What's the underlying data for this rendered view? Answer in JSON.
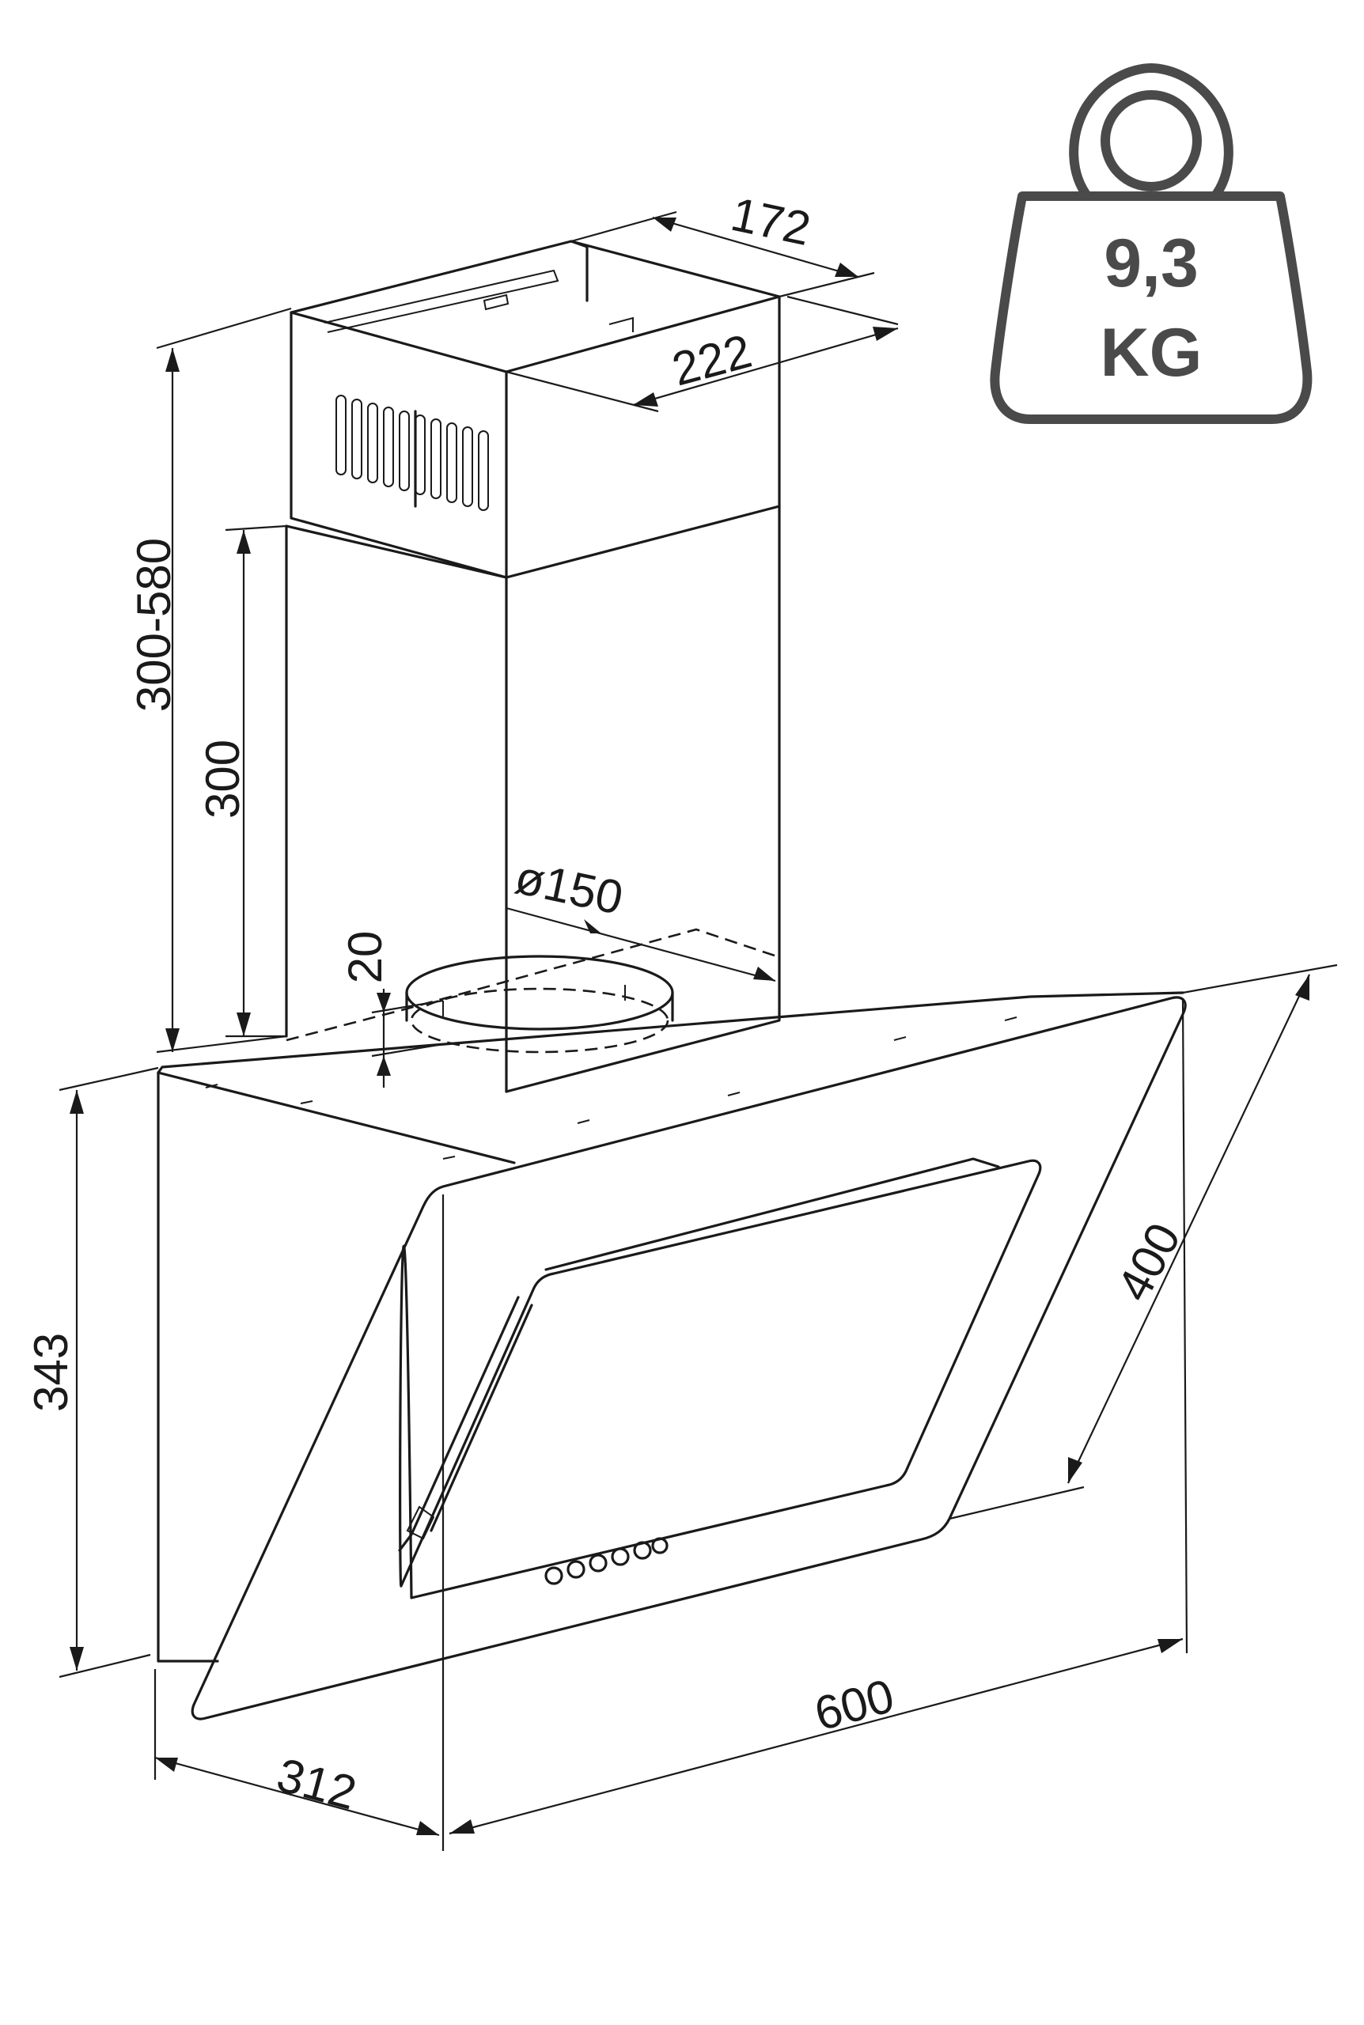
{
  "weight_badge": {
    "value": "9,3",
    "unit": "KG",
    "icon": "weight-icon"
  },
  "dimensions": {
    "chimney_depth": "172",
    "chimney_width": "222",
    "chimney_total_height": "300-580",
    "chimney_lower_height": "300",
    "outlet_diameter": "ø150",
    "outlet_collar_height": "20",
    "body_height": "343",
    "glass_panel_height": "400",
    "width": "600",
    "depth": "312"
  }
}
